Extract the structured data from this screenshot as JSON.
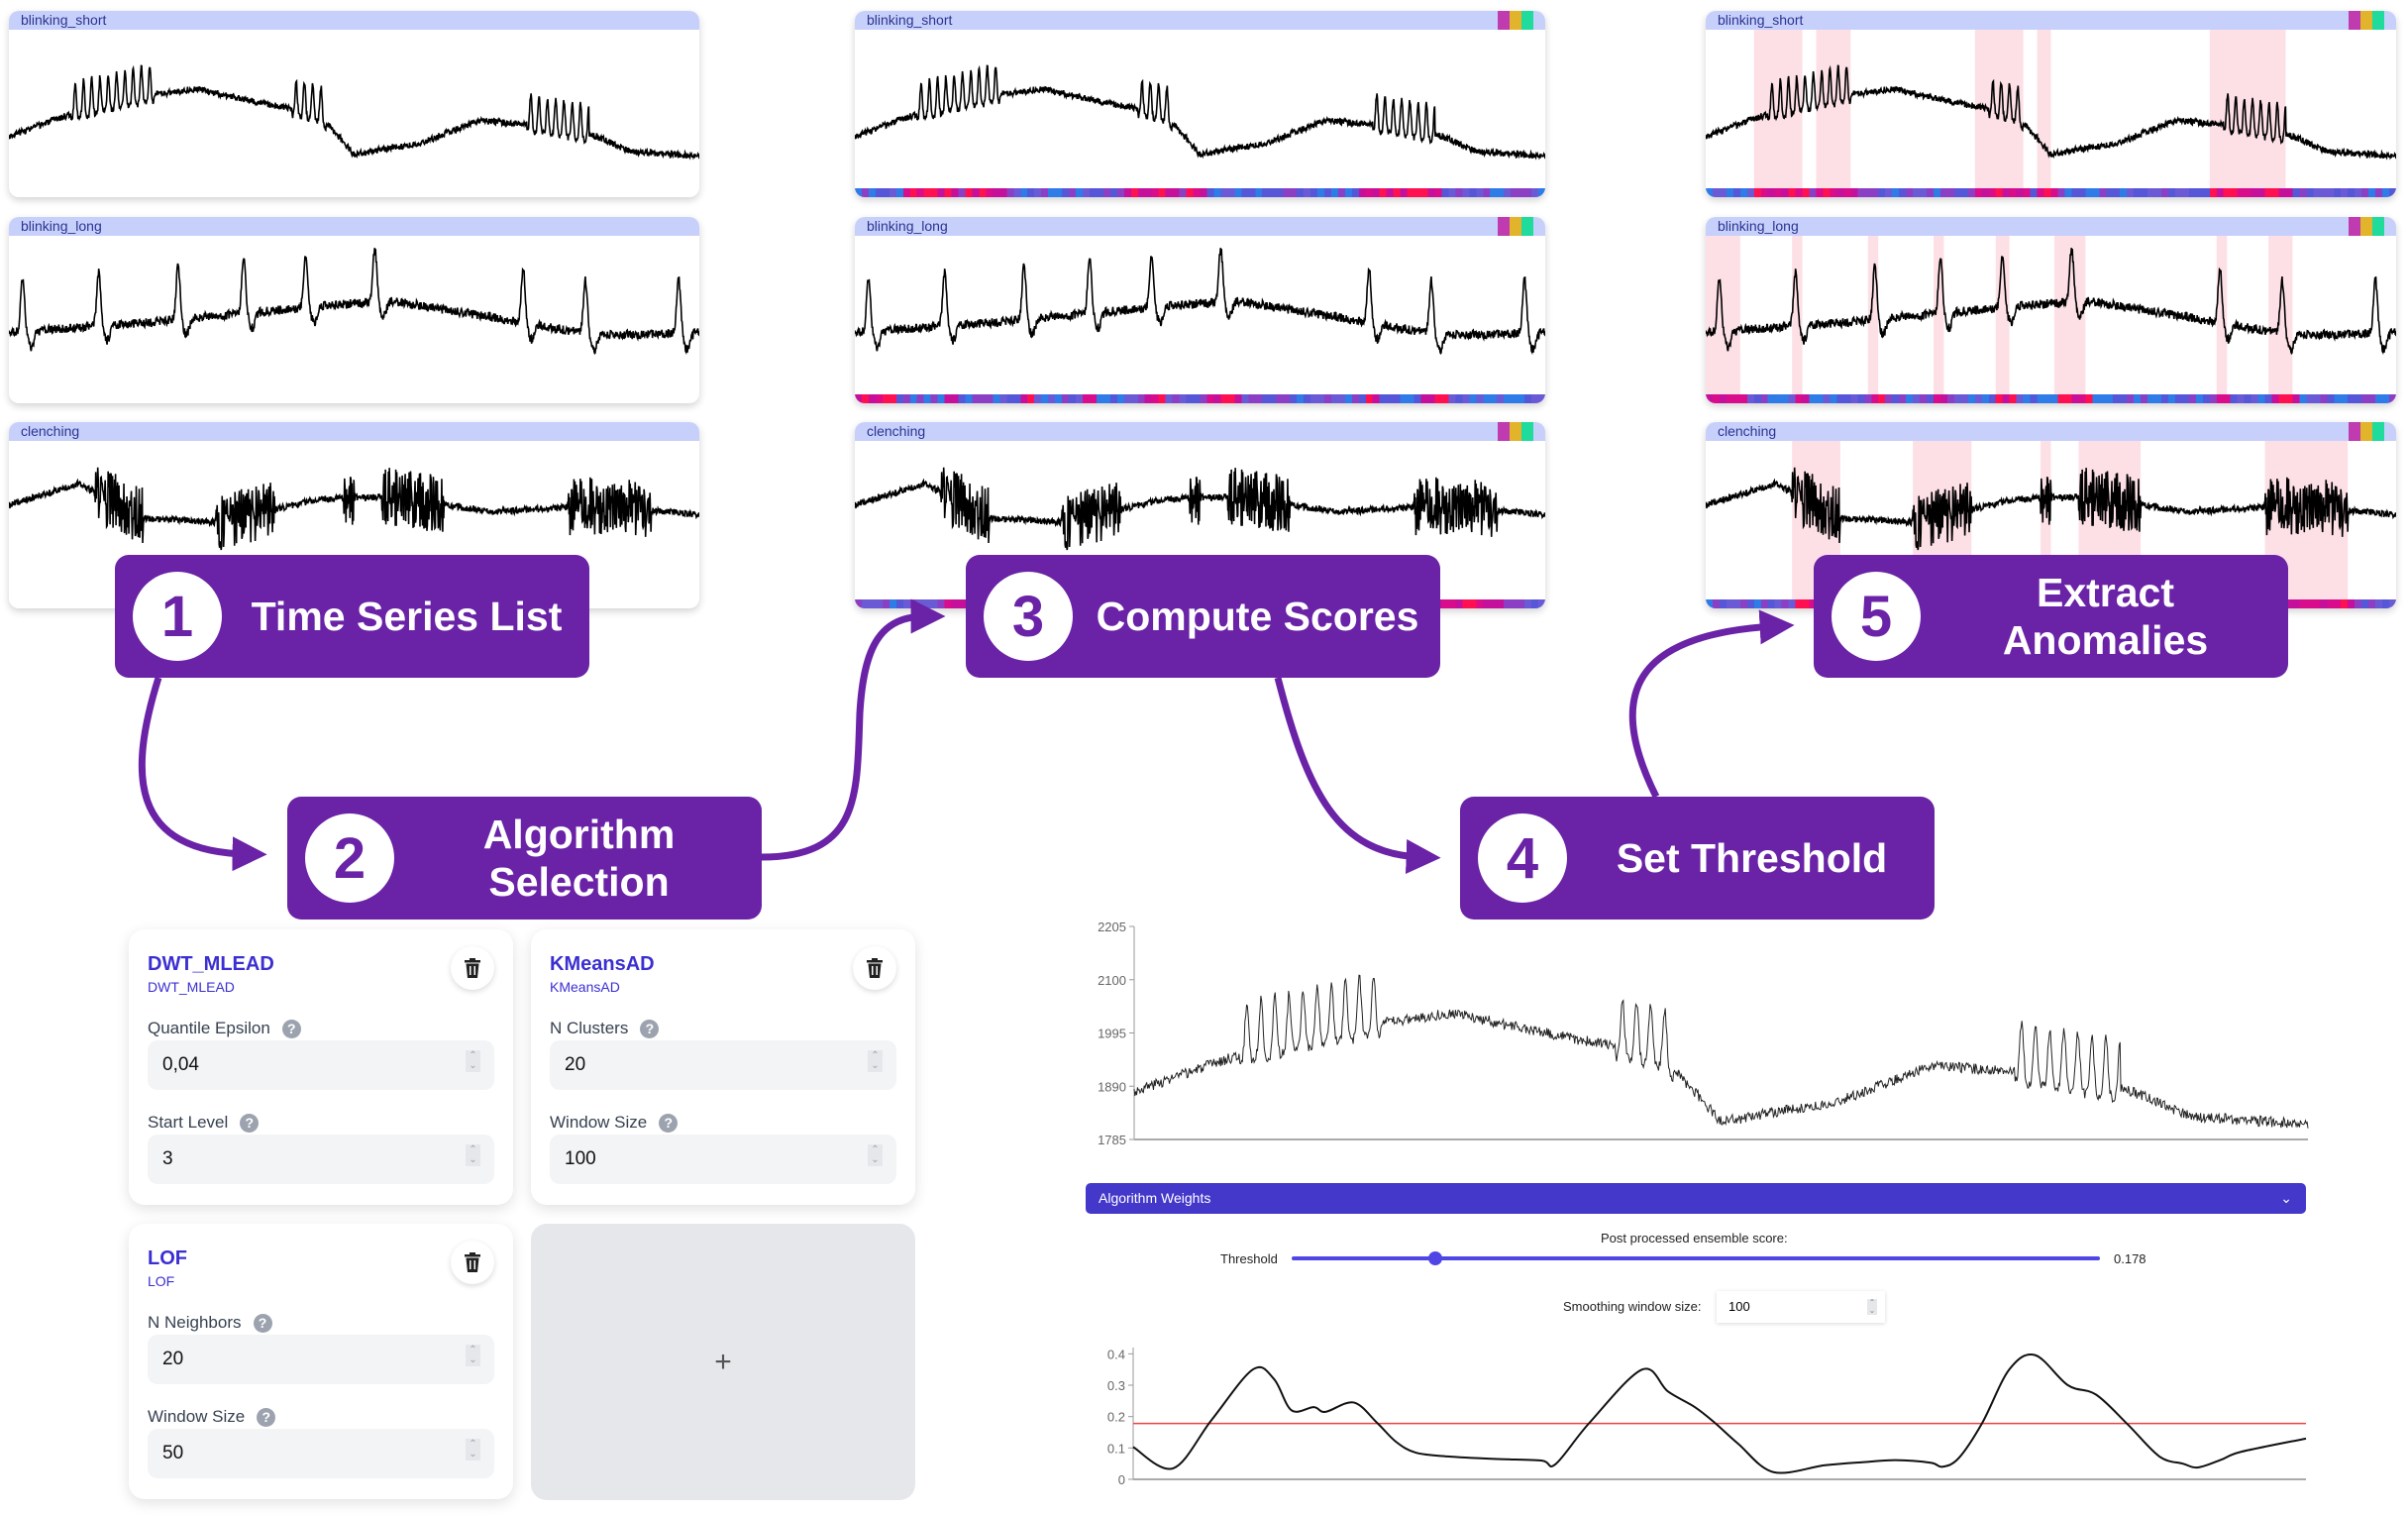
{
  "time_series": [
    "blinking_short",
    "blinking_long",
    "clenching"
  ],
  "colors": {
    "step": "#6a22a6",
    "title_bar": "#c7d0fb",
    "anomaly": "#fde0e6",
    "accent": "#4338ca",
    "threshold_line": "#ef4444",
    "badge": [
      "#c03bb0",
      "#e2b42b",
      "#1fdc9c"
    ],
    "strip": [
      "#8b3fc4",
      "#6a5ad6",
      "#2f7be8",
      "#c4109a",
      "#ff1050",
      "#d90c8c",
      "#5656d8"
    ]
  },
  "steps": [
    {
      "num": "1",
      "label": "Time Series List"
    },
    {
      "num": "2",
      "label": "Algorithm Selection"
    },
    {
      "num": "3",
      "label": "Compute Scores"
    },
    {
      "num": "4",
      "label": "Set Threshold"
    },
    {
      "num": "5",
      "label": "Extract Anomalies"
    }
  ],
  "anomalies": {
    "blinking_short": [
      [
        0.07,
        0.14
      ],
      [
        0.16,
        0.21
      ],
      [
        0.39,
        0.46
      ],
      [
        0.48,
        0.5
      ],
      [
        0.73,
        0.84
      ]
    ],
    "blinking_long": [
      [
        0,
        0.05
      ],
      [
        0.125,
        0.14
      ],
      [
        0.235,
        0.25
      ],
      [
        0.33,
        0.345
      ],
      [
        0.42,
        0.44
      ],
      [
        0.505,
        0.55
      ],
      [
        0.74,
        0.755
      ],
      [
        0.815,
        0.85
      ]
    ],
    "clenching": [
      [
        0.125,
        0.195
      ],
      [
        0.3,
        0.385
      ],
      [
        0.485,
        0.5
      ],
      [
        0.54,
        0.63
      ],
      [
        0.81,
        0.93
      ]
    ]
  },
  "algorithms": [
    {
      "name": "DWT_MLEAD",
      "sub": "DWT_MLEAD",
      "params": [
        {
          "label": "Quantile Epsilon",
          "value": "0,04"
        },
        {
          "label": "Start Level",
          "value": "3"
        }
      ]
    },
    {
      "name": "KMeansAD",
      "sub": "KMeansAD",
      "params": [
        {
          "label": "N Clusters",
          "value": "20"
        },
        {
          "label": "Window Size",
          "value": "100"
        }
      ]
    },
    {
      "name": "LOF",
      "sub": "LOF",
      "params": [
        {
          "label": "N Neighbors",
          "value": "20"
        },
        {
          "label": "Window Size",
          "value": "50"
        }
      ]
    }
  ],
  "add_label": "+",
  "help_glyph": "?",
  "threshold_panel": {
    "weights_label": "Algorithm Weights",
    "score_title": "Post processed ensemble score:",
    "threshold_label": "Threshold",
    "threshold_value": "0.178",
    "threshold": 0.178,
    "smoothing_label": "Smoothing window size:",
    "smoothing_value": "100"
  },
  "chart_data": [
    {
      "type": "line",
      "title": "blinking_short",
      "ylim": [
        1785,
        2205
      ],
      "yticks": [
        "1785",
        "1890",
        "1995",
        "2100",
        "2205"
      ],
      "baseline_t": [
        0,
        0.1,
        0.2,
        0.27,
        0.35,
        0.45,
        0.5,
        0.6,
        0.68,
        0.75,
        0.85,
        0.9,
        1
      ],
      "baseline_v": [
        1880,
        1960,
        2010,
        2035,
        1995,
        1950,
        1820,
        1860,
        1930,
        1920,
        1880,
        1830,
        1815
      ],
      "bursts": [
        [
          0.09,
          0.21
        ],
        [
          0.41,
          0.46
        ],
        [
          0.75,
          0.84
        ]
      ]
    },
    {
      "type": "line",
      "title": "Post processed ensemble score",
      "ylim": [
        0,
        0.42
      ],
      "yticks": [
        "0",
        "0.1",
        "0.2",
        "0.3",
        "0.4"
      ],
      "threshold": 0.178,
      "x": [
        0,
        3.4,
        6.7,
        10.2,
        12,
        13.5,
        15.4,
        16.4,
        18.8,
        20.8,
        22.4,
        24.1,
        26.8,
        30.8,
        34.8,
        36,
        38.9,
        43.4,
        45.6,
        47.9,
        49.6,
        51.6,
        54.6,
        59,
        62.3,
        65,
        68,
        69,
        70.4,
        72.4,
        74.7,
        76.9,
        79.7,
        82.1,
        84.8,
        87.5,
        89.5,
        90.8,
        92.8,
        94.5,
        100
      ],
      "y": [
        0.103,
        0.035,
        0.19,
        0.35,
        0.32,
        0.22,
        0.23,
        0.215,
        0.245,
        0.18,
        0.12,
        0.085,
        0.073,
        0.065,
        0.06,
        0.048,
        0.18,
        0.35,
        0.28,
        0.23,
        0.18,
        0.113,
        0.023,
        0.045,
        0.055,
        0.061,
        0.053,
        0.04,
        0.068,
        0.18,
        0.35,
        0.396,
        0.3,
        0.27,
        0.175,
        0.073,
        0.05,
        0.038,
        0.063,
        0.088,
        0.13
      ]
    }
  ]
}
